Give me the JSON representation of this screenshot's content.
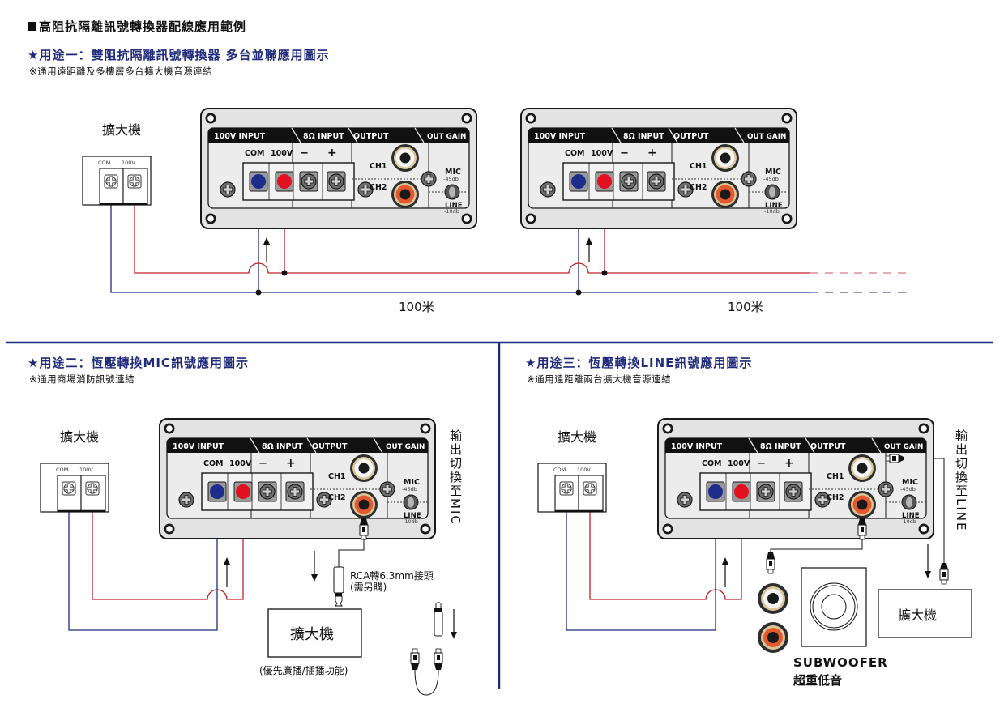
{
  "page": {
    "title": "高阻抗隔離訊號轉換器配線應用範例"
  },
  "colors": {
    "accent_blue": "#1f2a7a",
    "wire_red": "#c0202a",
    "wire_blue": "#1f2a7a",
    "panel_bg": "#e6e6e6",
    "terminal_com": "#1c2d8c",
    "terminal_100v": "#e31020"
  },
  "panel": {
    "header_100v_input": "100V INPUT",
    "header_8ohm_input": "8Ω INPUT",
    "header_output": "OUTPUT",
    "header_out_gain": "OUT GAIN",
    "label_com": "COM",
    "label_100v": "100V",
    "label_minus": "−",
    "label_plus": "+",
    "label_ch1": "CH1",
    "label_ch2": "CH2",
    "label_mic": "MIC",
    "label_mic_db": "-45db",
    "label_line": "LINE",
    "label_line_db": "-10db"
  },
  "amp_terminal": {
    "name": "擴大機",
    "label_com": "COM",
    "label_100v": "100V"
  },
  "section1": {
    "title": "★用途一：雙阻抗隔離訊號轉換器 多台並聯應用圖示",
    "subtitle": "※通用遠距離及多樓層多台擴大機音源連結",
    "amp_label": "擴大機",
    "distance_1": "100米",
    "distance_2": "100米"
  },
  "section2": {
    "title": "★用途二：恆壓轉換MIC訊號應用圖示",
    "subtitle": "※通用商場消防訊號連結",
    "amp_label": "擴大機",
    "switch_note": "輸出切換至MIC",
    "adapter_note_line1": "RCA轉6.3mm接頭",
    "adapter_note_line2": "(需另購)",
    "target_amp": "擴大機",
    "target_note": "(優先廣播/插播功能)"
  },
  "section3": {
    "title": "★用途三：恆壓轉換LINE訊號應用圖示",
    "subtitle": "※通用遠距離兩台擴大機音源連結",
    "amp_label": "擴大機",
    "switch_note": "輸出切換至LINE",
    "target_amp": "擴大機",
    "subwoofer_en": "SUBWOOFER",
    "subwoofer_zh": "超重低音"
  }
}
